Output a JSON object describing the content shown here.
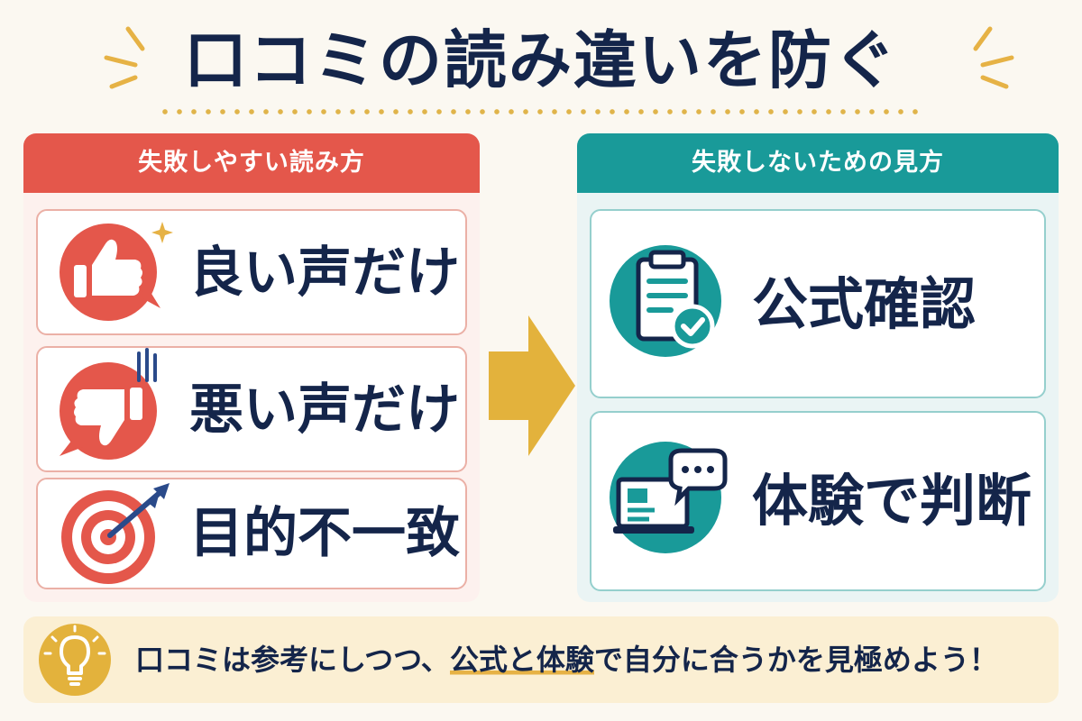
{
  "title": "口コミの読み違いを防ぐ",
  "left_panel": {
    "header": "失敗しやすい読み方",
    "items": [
      {
        "label": "良い声だけ",
        "icon": "thumbs-up-icon"
      },
      {
        "label": "悪い声だけ",
        "icon": "thumbs-down-icon"
      },
      {
        "label": "目的不一致",
        "icon": "target-icon"
      }
    ]
  },
  "right_panel": {
    "header": "失敗しないための見方",
    "items": [
      {
        "label": "公式確認",
        "icon": "clipboard-check-icon"
      },
      {
        "label": "体験で判断",
        "icon": "laptop-chat-icon"
      }
    ]
  },
  "tip": {
    "before": "口コミは参考にしつつ、",
    "highlight": "公式と体験",
    "after": "で自分に合うかを見極めよう！",
    "icon": "lightbulb-icon"
  },
  "colors": {
    "navy": "#14254a",
    "coral": "#e4574b",
    "teal": "#199a99",
    "gold": "#e0b44a"
  }
}
